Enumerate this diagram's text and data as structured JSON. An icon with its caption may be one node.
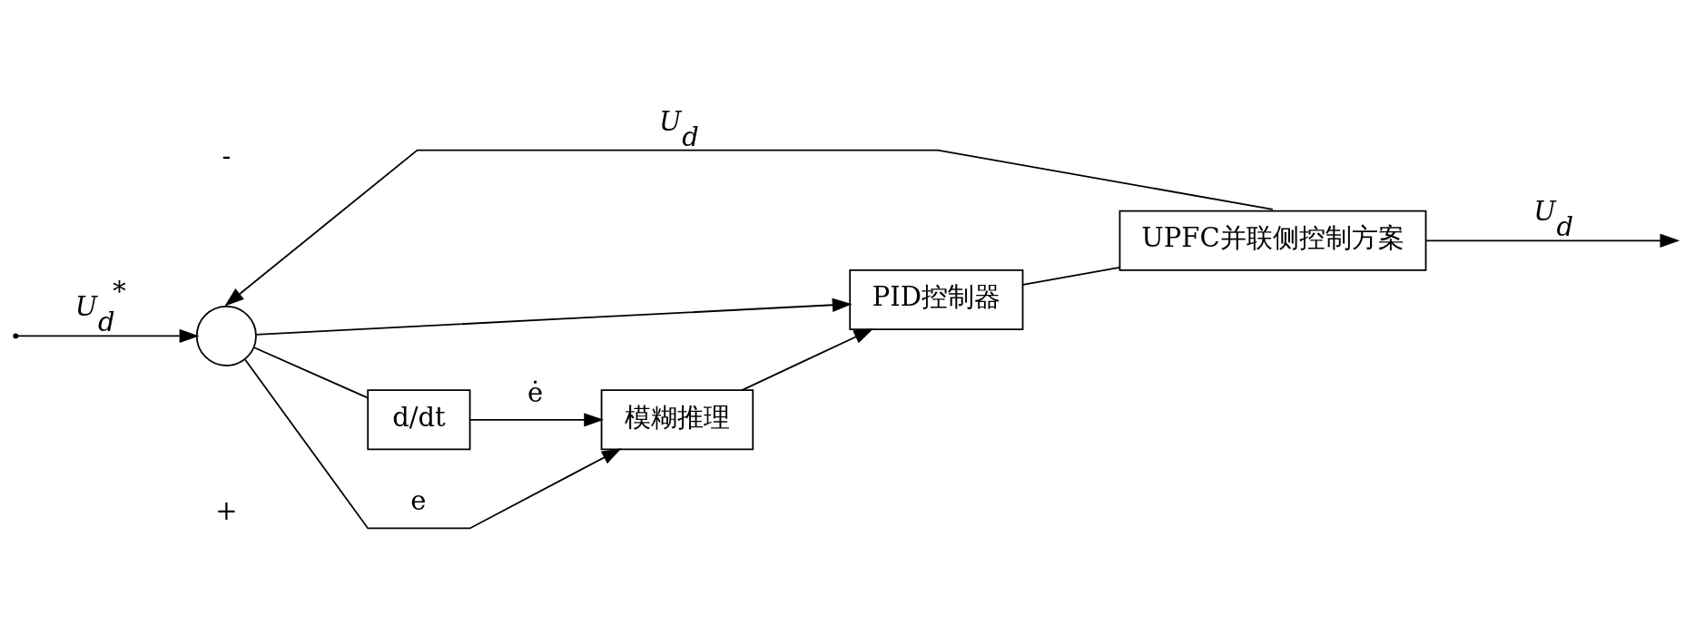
{
  "diagram": {
    "nodes": [
      {
        "text": [],
        "shape": "circle"
      },
      {
        "text": [
          "PID控制器"
        ]
      },
      {
        "text": [
          "UPFC并联侧控制方案"
        ]
      },
      {
        "text": [
          "模糊推理"
        ]
      },
      {
        "text": [
          "d/dt"
        ]
      }
    ],
    "edges": [
      {
        "from": null,
        "to": 0,
        "arrow": "to",
        "label": "U$_{d}$$^{*}$"
      },
      {
        "from": 0,
        "to": 1,
        "arrow": "to"
      },
      {
        "from": 0,
        "to": 3,
        "arrow": "to",
        "label": "e"
      },
      {
        "from": 0,
        "to": 4,
        "arrow": "none"
      },
      {
        "from": 4,
        "to": 3,
        "arrow": "to",
        "label": "ė"
      },
      {
        "from": 3,
        "to": 1,
        "arrow": "to"
      },
      {
        "from": 1,
        "to": 2,
        "arrow": "none"
      },
      {
        "from": 2,
        "to": 0,
        "arrow": "to",
        "label": "U$_{d}$"
      },
      {
        "from": 2,
        "to": null,
        "arrow": "to",
        "label": "U$_{d}$"
      }
    ],
    "labels": [
      "+",
      "-"
    ]
  }
}
